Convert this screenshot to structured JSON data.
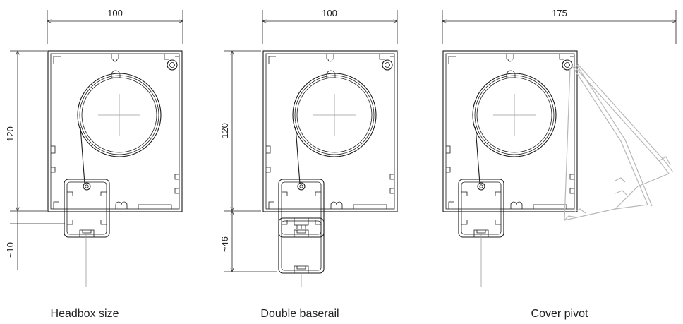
{
  "panels": [
    {
      "caption": "Headbox size",
      "width_label": "100",
      "height_label": "120",
      "extra_label": "~10"
    },
    {
      "caption": "Double baserail",
      "width_label": "100",
      "height_label": "120",
      "extra_label": "~46"
    },
    {
      "caption": "Cover pivot",
      "width_label": "175"
    }
  ]
}
